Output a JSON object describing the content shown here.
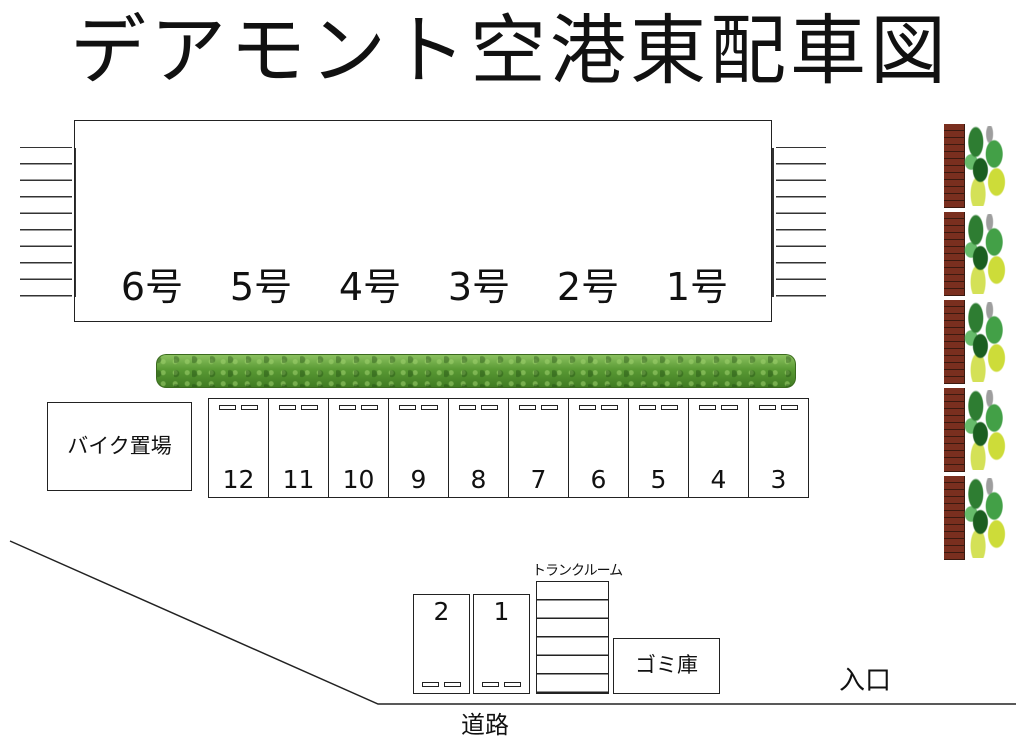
{
  "title": "デアモント空港東配車図",
  "building": {
    "rooms": [
      "6号",
      "5号",
      "4号",
      "3号",
      "2号",
      "1号"
    ]
  },
  "bike_area": {
    "label": "バイク置場"
  },
  "parking_row": [
    "12",
    "11",
    "10",
    "9",
    "8",
    "7",
    "6",
    "5",
    "4",
    "3"
  ],
  "parking_lower": [
    "2",
    "1"
  ],
  "trunk_room": {
    "label": "トランクルーム"
  },
  "garbage": {
    "label": "ゴミ庫"
  },
  "road": {
    "label": "道路"
  },
  "entrance": {
    "label": "入口"
  },
  "colors": {
    "hedge": "#5a9a34",
    "brick": "#7a2f1f",
    "line": "#222222"
  }
}
